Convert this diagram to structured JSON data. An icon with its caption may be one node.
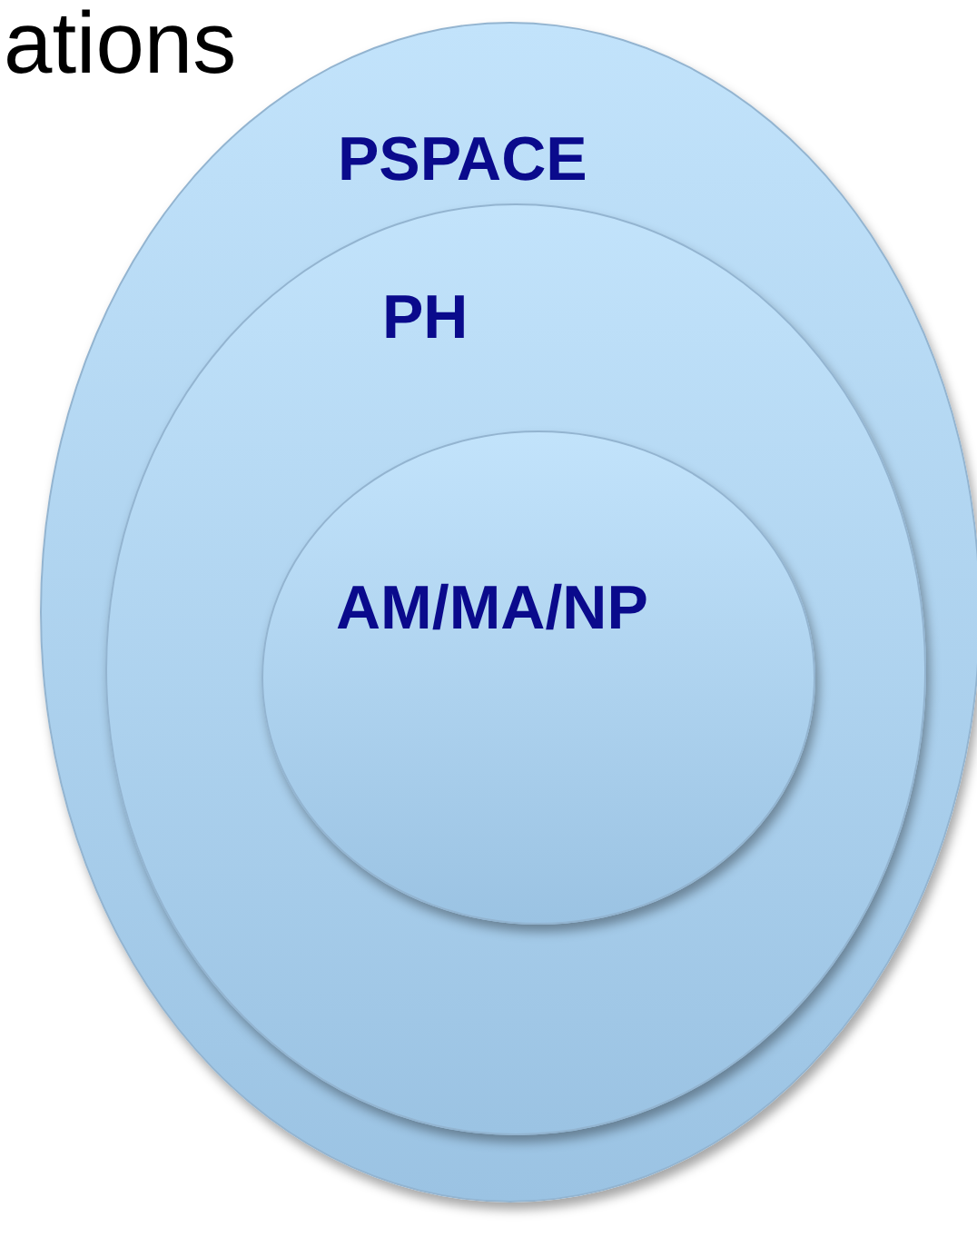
{
  "diagram": {
    "nodes": [
      {
        "text": [
          "PSPACE"
        ]
      },
      {
        "text": [
          "PH"
        ],
        "in": 0
      },
      {
        "text": [
          "AM/MA/NP"
        ],
        "in": 1
      }
    ],
    "labels": [
      "ations"
    ]
  }
}
